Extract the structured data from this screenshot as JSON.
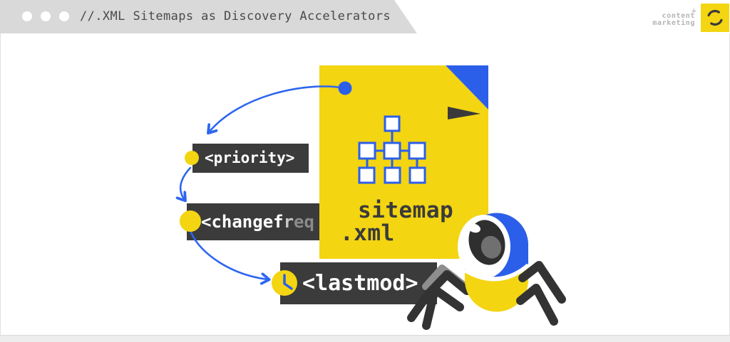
{
  "header": {
    "title": "//.XML Sitemaps as Discovery Accelerators",
    "window_dots": [
      "close",
      "minimize",
      "maximize"
    ],
    "brand": {
      "line1": "content",
      "line2": "marketing",
      "plus": "+"
    }
  },
  "document": {
    "filename_line1": "sitemap",
    "filename_line2": ".xml",
    "icon": "sitemap-hierarchy-icon"
  },
  "tags": {
    "priority": {
      "label": "<priority>"
    },
    "changefreq": {
      "full_label": "<changefreq>",
      "visible": "<changef",
      "fade1": "r",
      "fade2": "eq"
    },
    "lastmod": {
      "label": "<lastmod>"
    }
  },
  "crawler": {
    "name": "spider-crawler-bot"
  },
  "colors": {
    "yellow": "#F3D512",
    "blue": "#2B5FEA",
    "arrow_blue": "#2E66F0",
    "tag_dark": "#3B3B3B",
    "header_gray": "#D9D9D9",
    "leg_dark": "#333333",
    "leg_gray": "#8E8E8E"
  }
}
